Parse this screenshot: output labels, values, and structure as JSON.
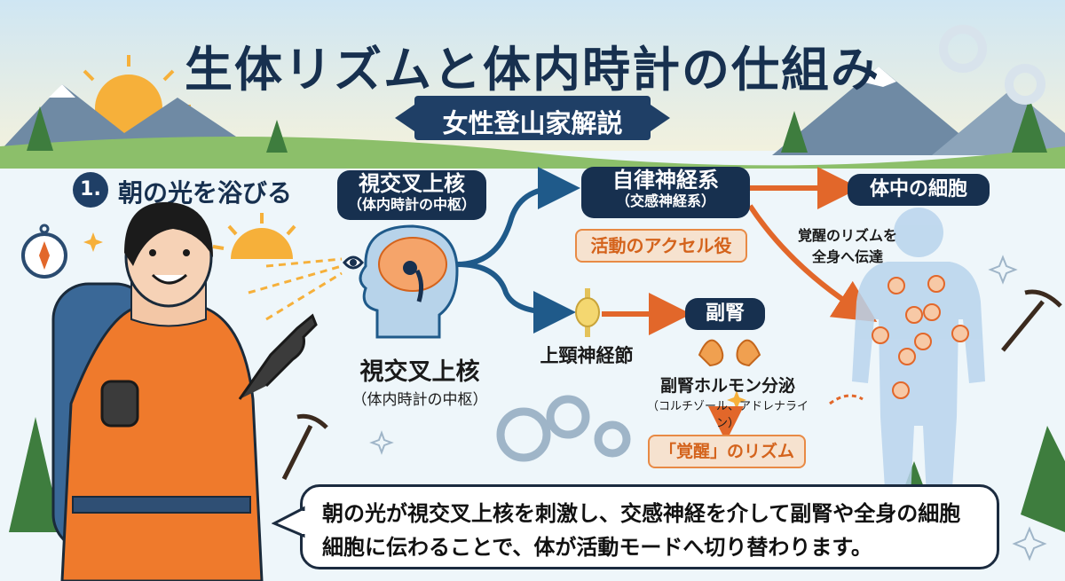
{
  "header": {
    "title": "生体リズムと体内時計の仕組み",
    "subtitle": "女性登山家解説"
  },
  "step": {
    "number": "1.",
    "label": "朝の光を浴びる"
  },
  "nodes": {
    "scn_top": {
      "label": "視交叉上核",
      "sub": "（体内時計の中枢）"
    },
    "scn_bottom": {
      "label": "視交叉上核",
      "sub": "（体内時計の中枢）"
    },
    "autonomic": {
      "label": "自律神経系",
      "sub": "（交感神経系）"
    },
    "accelerator": "活動のアクセル役",
    "body_cells": "体中の細胞",
    "body_note_1": "覚醒のリズムを",
    "body_note_2": "全身へ伝達",
    "ganglion": "上頸神経節",
    "adrenal": "副腎",
    "hormone": "副腎ホルモン分泌",
    "hormone_sub": "（コルチゾール、アドレナライン）",
    "wake_rhythm": "「覚醒」のリズム"
  },
  "explanation": {
    "line1": "朝の光が視交叉上核を刺激し、交感神経を介して副腎や全身の細胞",
    "line2": "細胞に伝わることで、体が活動モードへ切り替わります。"
  },
  "colors": {
    "navy": "#17304f",
    "arrow_blue": "#1f5a8a",
    "arrow_orange": "#e2672a",
    "jacket_orange": "#ef7a2c",
    "sun": "#f6b03a"
  },
  "icons": [
    "sun-icon",
    "eye-icon",
    "brain-head-icon",
    "ganglion-icon",
    "adrenal-icon",
    "gear-icon",
    "compass-icon",
    "ice-axe-icon",
    "sparkle-icon",
    "mountain-icon",
    "tree-icon",
    "body-silhouette-icon",
    "hiker-woman-icon"
  ]
}
